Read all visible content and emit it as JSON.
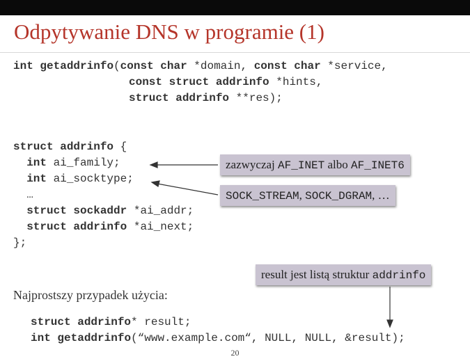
{
  "slide": {
    "title": "Odpytywanie DNS w programie (1)",
    "page_number": "20"
  },
  "signature": {
    "l1": {
      "kw1": "int",
      "fn": "getaddrinfo",
      "p1": "(",
      "kw2": "const char",
      "p2": " *domain, ",
      "kw3": "const char",
      "p3": " *service,"
    },
    "l2": {
      "kw1": "const struct addrinfo",
      "p1": " *hints,"
    },
    "l3": {
      "kw1": "struct addrinfo",
      "p1": " **res);"
    }
  },
  "struct_def": {
    "open_kw": "struct addrinfo",
    "open_rest": " {",
    "f1_kw": "int",
    "f1_name": " ai_family;",
    "f2_kw": "int",
    "f2_name": " ai_socktype;",
    "ellipsis": "…",
    "f3_kw": "struct sockaddr",
    "f3_name": " *ai_addr;",
    "f4_kw": "struct addrinfo",
    "f4_name": " *ai_next;",
    "close": "};"
  },
  "callouts": {
    "family": {
      "t1": "zazwyczaj ",
      "m1": "AF_INET",
      "t2": " albo ",
      "m2": "AF_INET6"
    },
    "socktype": {
      "m1": "SOCK_STREAM",
      "t1": ", ",
      "m2": "SOCK_DGRAM",
      "t2": ", …"
    },
    "result": {
      "t1": "result jest listą struktur ",
      "m1": "addrinfo"
    }
  },
  "usage": {
    "heading": "Najprostszy przypadek użycia:",
    "l1_kw": "struct addrinfo",
    "l1_rest": "* result;",
    "l2_kw": "int",
    "l2_fn": "getaddrinfo",
    "l2_rest": "(“www.example.com“, NULL, NULL, &result);"
  },
  "colors": {
    "title": "#b5352a",
    "topbar": "#0a0a0a",
    "callout_bg": "#c9c3d1",
    "code_text": "#333333"
  }
}
